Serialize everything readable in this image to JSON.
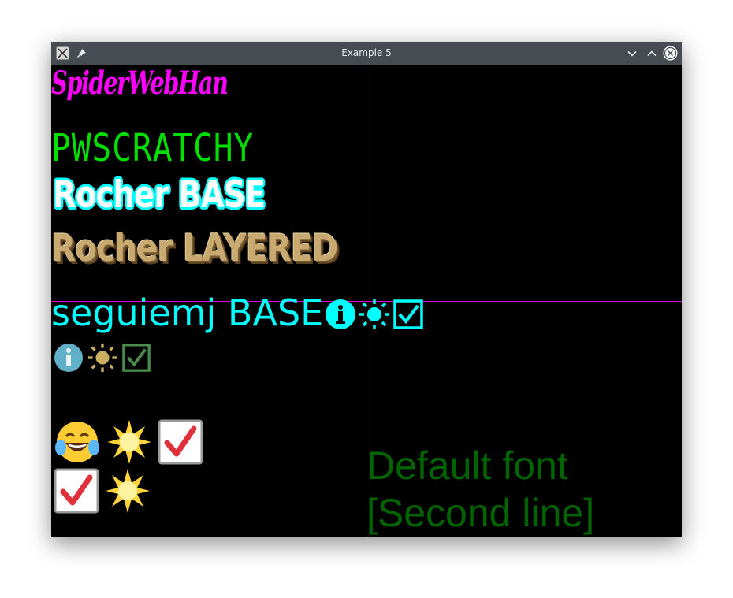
{
  "window": {
    "title": "Example 5"
  },
  "lines": {
    "spider": "SpiderWebHan",
    "scratchy": "PWSCRATCHY",
    "rocher_base": "Rocher BASE",
    "rocher_layered": "Rocher LAYERED",
    "segui_base": "seguiemj BASE"
  },
  "default_font": {
    "line1": "Default font",
    "line2": "[Second line]"
  },
  "colors": {
    "spider": "#ff00ff",
    "scratchy": "#00e000",
    "rocher_base": "#00ffff",
    "rocher_layered": "#c8aa70",
    "segui": "#00ffff",
    "default_font": "#006400",
    "guides": "#e000e0"
  },
  "icons": [
    "info-icon",
    "sun-icon",
    "checkbox-icon",
    "laughing-face-icon",
    "checkmark-box-icon"
  ]
}
